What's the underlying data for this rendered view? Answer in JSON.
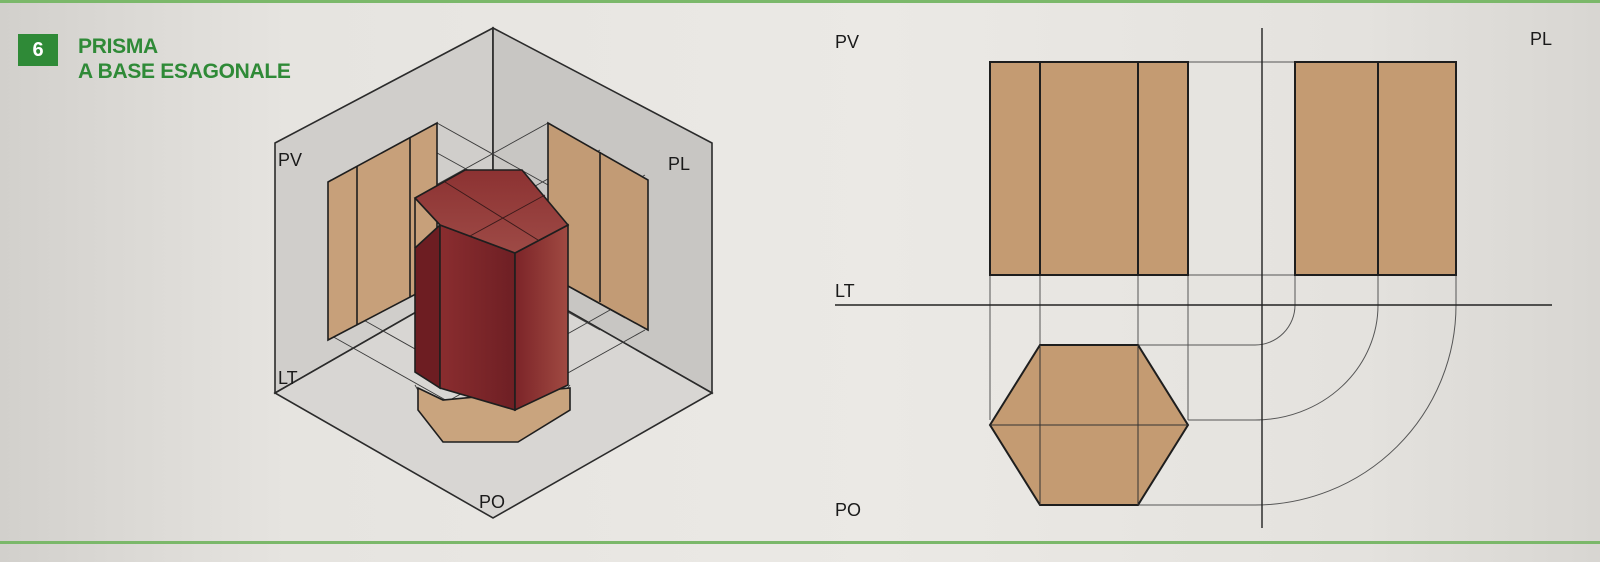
{
  "header": {
    "number": "6",
    "title_line1": "PRISMA",
    "title_line2": "A BASE ESAGONALE"
  },
  "axonometric": {
    "label_pv": "PV",
    "label_pl": "PL",
    "label_lt": "LT",
    "label_po": "PO"
  },
  "orthographic": {
    "label_pv": "PV",
    "label_pl": "PL",
    "label_lt": "LT",
    "label_po": "PO"
  },
  "colors": {
    "accent_green": "#2f8a37",
    "projection_tan": "#c49a72",
    "prism_dark": "#7a2226",
    "plane_gray": "#cfcdca"
  }
}
